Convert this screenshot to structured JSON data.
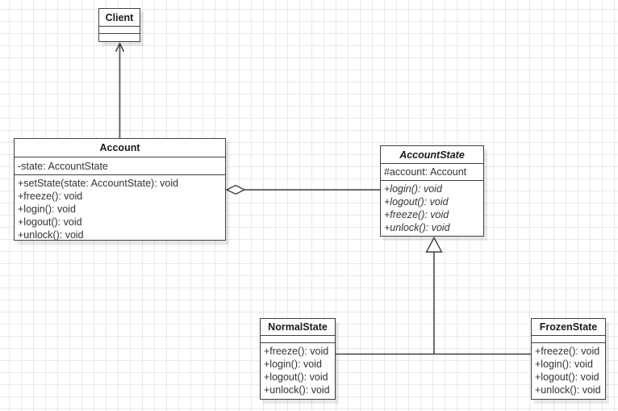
{
  "colors": {
    "stroke": "#404040",
    "box_fill": "#ffffff",
    "grid_line": "#e9e9e9",
    "canvas_bg": "#ffffff",
    "member_text": "#333333",
    "title_text": "#1a1a1a"
  },
  "classes": {
    "client": {
      "title": "Client",
      "attributes": [],
      "methods": []
    },
    "account": {
      "title": "Account",
      "attributes": [
        "-state: AccountState"
      ],
      "methods": [
        "+setState(state: AccountState): void",
        "+freeze(): void",
        "+login(): void",
        "+logout(): void",
        "+unlock(): void"
      ]
    },
    "account_state": {
      "title": "AccountState",
      "abstract": true,
      "attributes": [
        "#account: Account"
      ],
      "methods": [
        "+login(): void",
        "+logout(): void",
        "+freeze(): void",
        "+unlock(): void"
      ]
    },
    "normal_state": {
      "title": "NormalState",
      "attributes": [],
      "methods": [
        "+freeze(): void",
        "+login(): void",
        "+logout(): void",
        "+unlock(): void"
      ]
    },
    "frozen_state": {
      "title": "FrozenState",
      "attributes": [],
      "methods": [
        "+freeze(): void",
        "+login(): void",
        "+logout(): void",
        "+unlock(): void"
      ]
    }
  },
  "relationships": [
    {
      "name": "account-to-client",
      "type": "directed-association",
      "from": "Account",
      "to": "Client",
      "arrowhead": "open-arrow"
    },
    {
      "name": "account-has-account-state",
      "type": "aggregation",
      "from": "Account",
      "to": "AccountState",
      "diamond_at": "Account"
    },
    {
      "name": "normal-state-extends-account-state",
      "type": "generalization",
      "from": "NormalState",
      "to": "AccountState",
      "arrowhead": "hollow-triangle"
    },
    {
      "name": "frozen-state-extends-account-state",
      "type": "generalization",
      "from": "FrozenState",
      "to": "AccountState",
      "arrowhead": "hollow-triangle"
    }
  ]
}
